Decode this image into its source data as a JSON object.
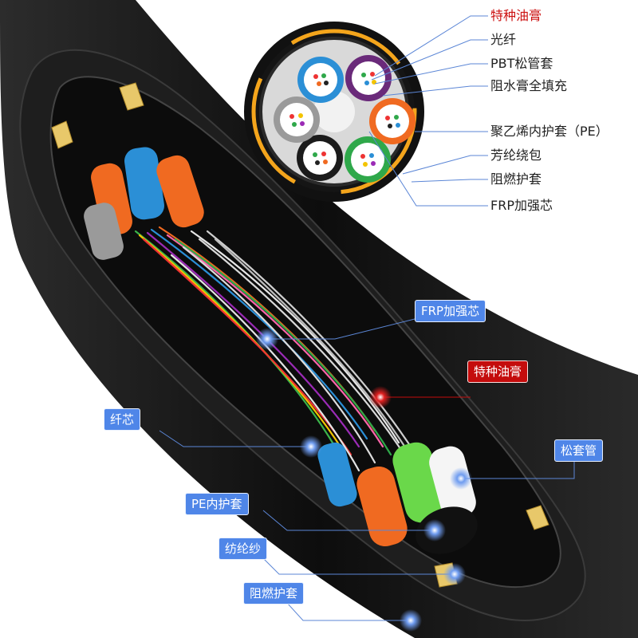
{
  "cross_section_labels": [
    {
      "text": "特种油膏",
      "highlight": true
    },
    {
      "text": "光纤",
      "highlight": false
    },
    {
      "text": "PBT松管套",
      "highlight": false
    },
    {
      "text": "阻水膏全填充",
      "highlight": false
    },
    {
      "text": "聚乙烯内护套（PE）",
      "highlight": false
    },
    {
      "text": "芳纶绕包",
      "highlight": false
    },
    {
      "text": "阻燃护套",
      "highlight": false
    },
    {
      "text": "FRP加强芯",
      "highlight": false
    }
  ],
  "cable_callouts": [
    {
      "text": "FRP加强芯",
      "color": "blue"
    },
    {
      "text": "特种油膏",
      "color": "red"
    },
    {
      "text": "纤芯",
      "color": "blue"
    },
    {
      "text": "松套管",
      "color": "blue"
    },
    {
      "text": "PE内护套",
      "color": "blue"
    },
    {
      "text": "纺纶纱",
      "color": "blue"
    },
    {
      "text": "阻燃护套",
      "color": "blue"
    }
  ],
  "colors": {
    "jacket": "#151515",
    "aramid": "#f4a51c",
    "tube_blue": "#2b8fd6",
    "tube_purple": "#6a2a7a",
    "tube_orange": "#f06a21",
    "tube_green": "#2fa84a",
    "tube_black": "#1b1b1b",
    "tube_gray": "#9a9a9a",
    "callout_blue": "#4f86e8",
    "callout_red": "#c40c0c"
  }
}
